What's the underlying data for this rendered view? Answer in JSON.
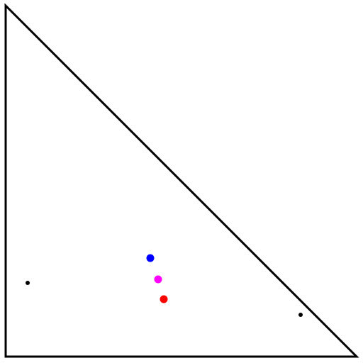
{
  "diagram": {
    "background": "#ffffff",
    "outline_color": "#000000",
    "shape": "right-triangle",
    "points": [
      {
        "name": "small-black-point-left",
        "color": "#000000"
      },
      {
        "name": "small-black-point-right",
        "color": "#000000"
      },
      {
        "name": "blue-point",
        "color": "#0000ff"
      },
      {
        "name": "magenta-point",
        "color": "#ff00ff"
      },
      {
        "name": "red-point",
        "color": "#ff0000"
      }
    ]
  }
}
